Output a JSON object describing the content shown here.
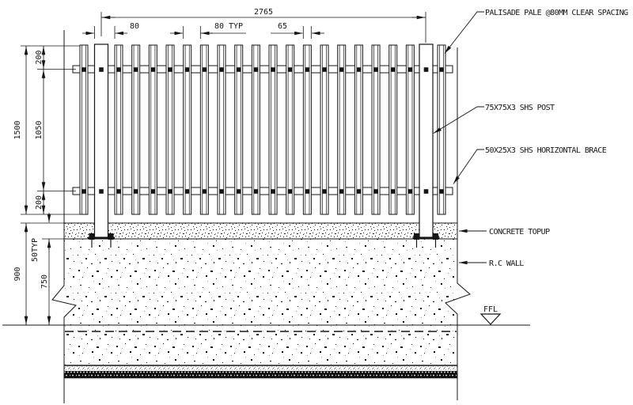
{
  "dimensions": {
    "overall": "2765",
    "clear_spacing": "80",
    "clear_spacing_typ": "80 TYP",
    "pale_width": "65",
    "pale_top_to_brace": "200",
    "brace_to_brace": "1050",
    "brace_to_pale_bottom": "200",
    "pale_height": "1500",
    "topup_thickness": "50TYP",
    "wall_top_to_ffl": "900",
    "wall_body_to_ffl": "750"
  },
  "labels": {
    "pale": "PALISADE PALE @80MM CLEAR SPACING",
    "post": "75X75X3 SHS POST",
    "brace": "50X25X3 SHS HORIZONTAL BRACE",
    "concrete_topup": "CONCRETE TOPUP",
    "rc_wall": "R.C WALL",
    "ffl": "FFL"
  },
  "fence": {
    "pale_count": 20,
    "post_count": 2,
    "brace_count": 2
  },
  "colors": {
    "line": "#161616",
    "background": "#ffffff"
  }
}
